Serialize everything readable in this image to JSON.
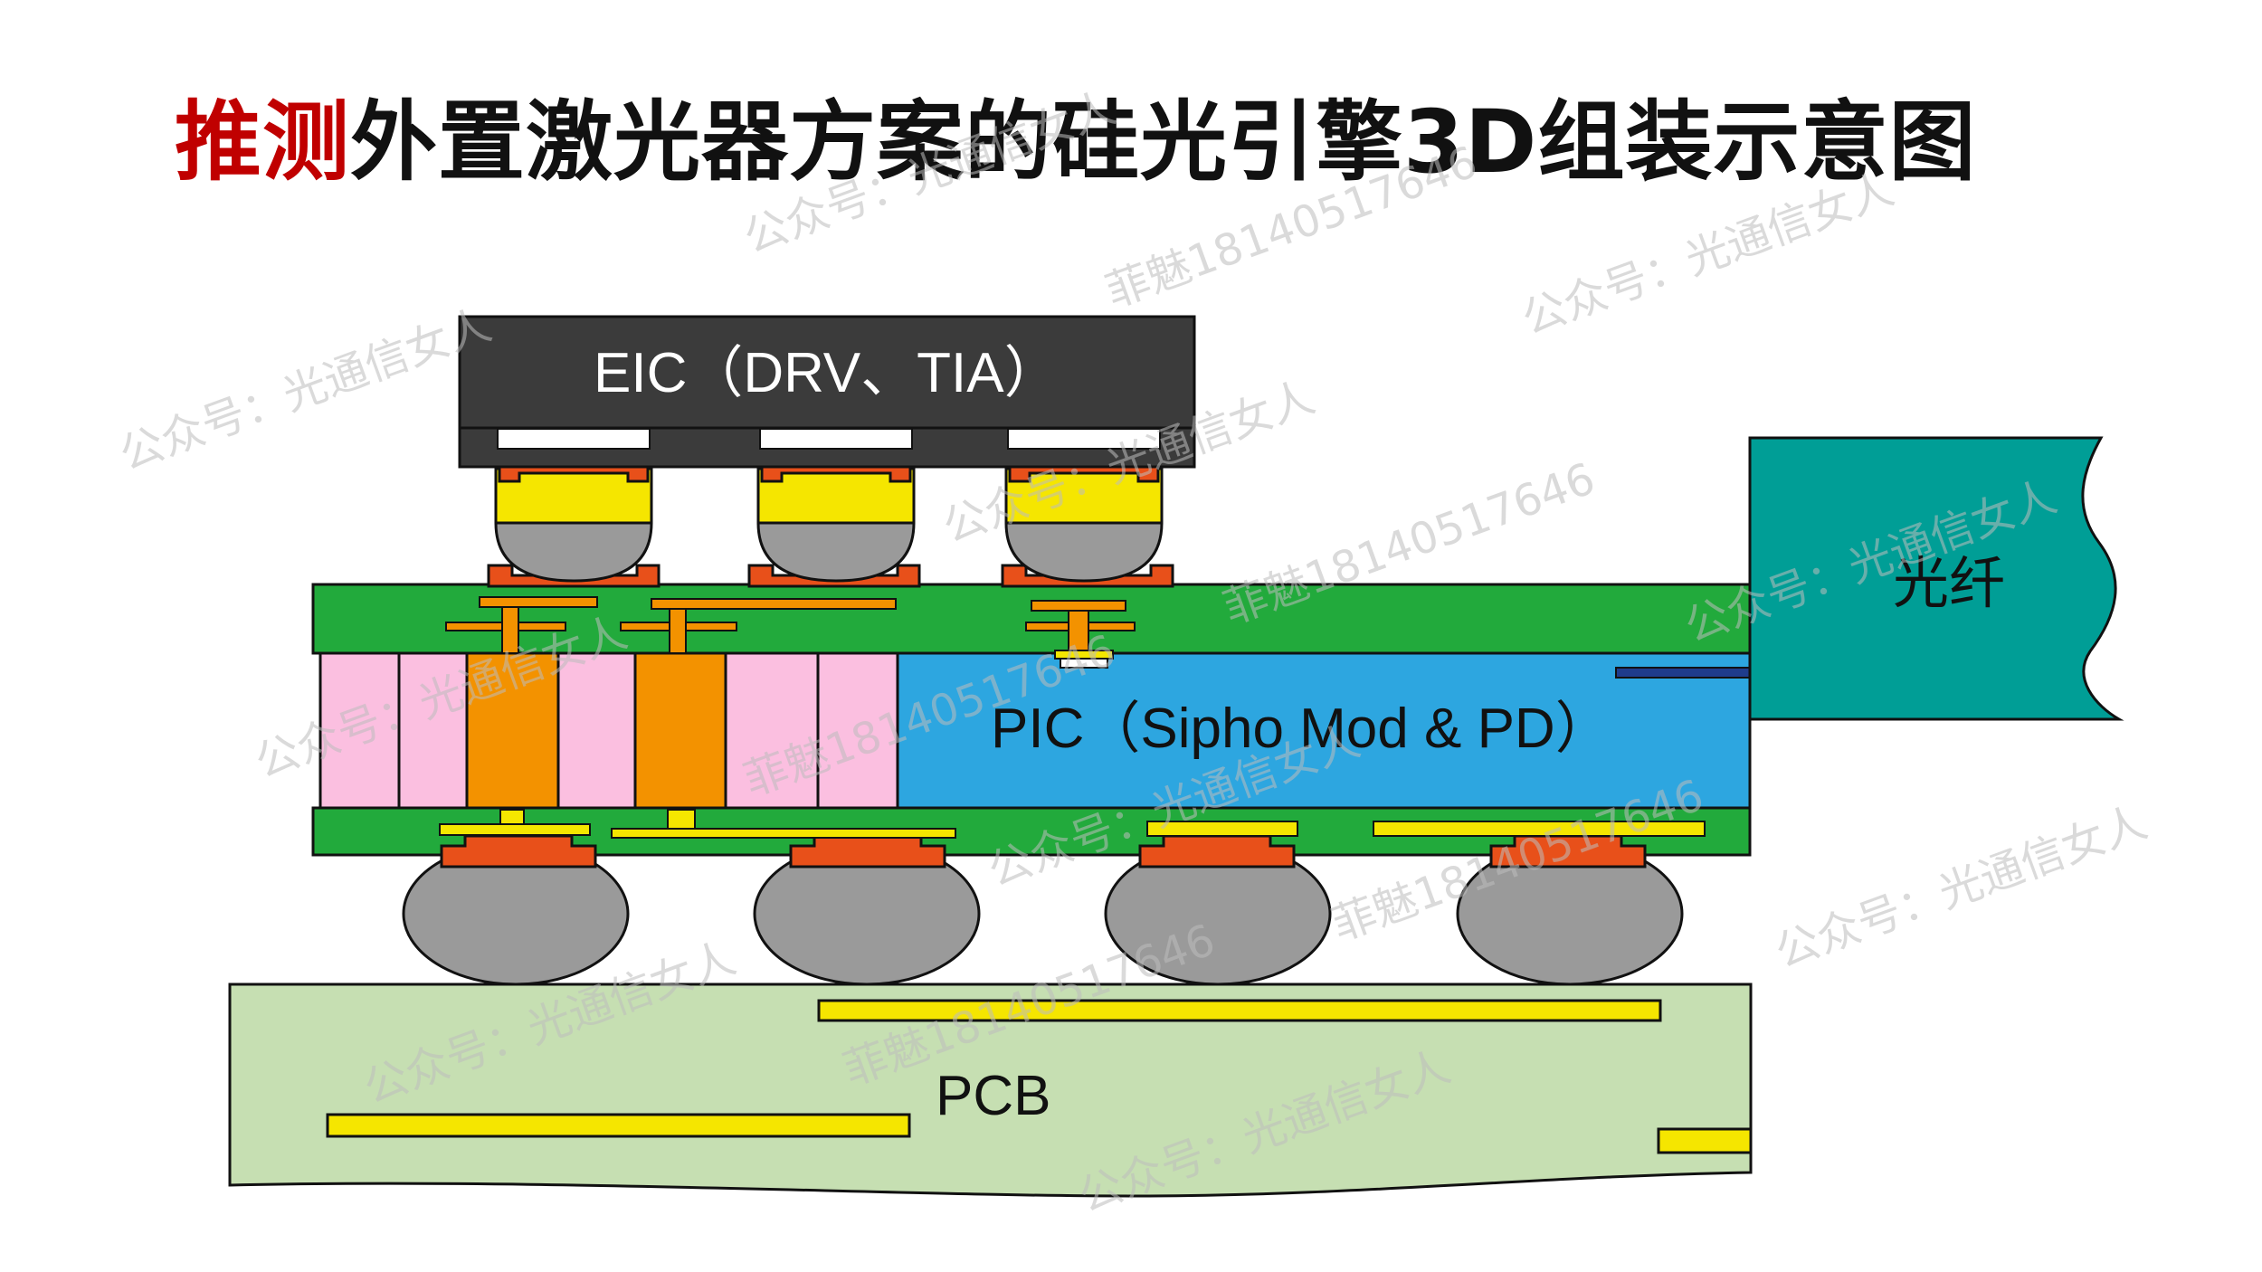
{
  "title": {
    "highlight": "推测",
    "rest": "外置激光器方案的硅光引擎3D组装示意图"
  },
  "labels": {
    "eic": "EIC（DRV、TIA）",
    "pic": "PIC（Sipho Mod & PD）",
    "fiber": "光纤",
    "pcb": "PCB"
  },
  "watermarks": [
    "公众号：光通信女人",
    "菲魅18140517646"
  ],
  "colors": {
    "title_highlight": "#c00000",
    "eic": "#3b3b3b",
    "substrate": "#22aa3c",
    "pic": "#2da6e0",
    "fiber": "#009e96",
    "pcb": "#c6dfb2",
    "trace": "#f5e600",
    "pad": "#e8501a",
    "via": "#f39200",
    "pink_layer": "#fbbfe0",
    "solder_ball": "#9a9a9a"
  }
}
